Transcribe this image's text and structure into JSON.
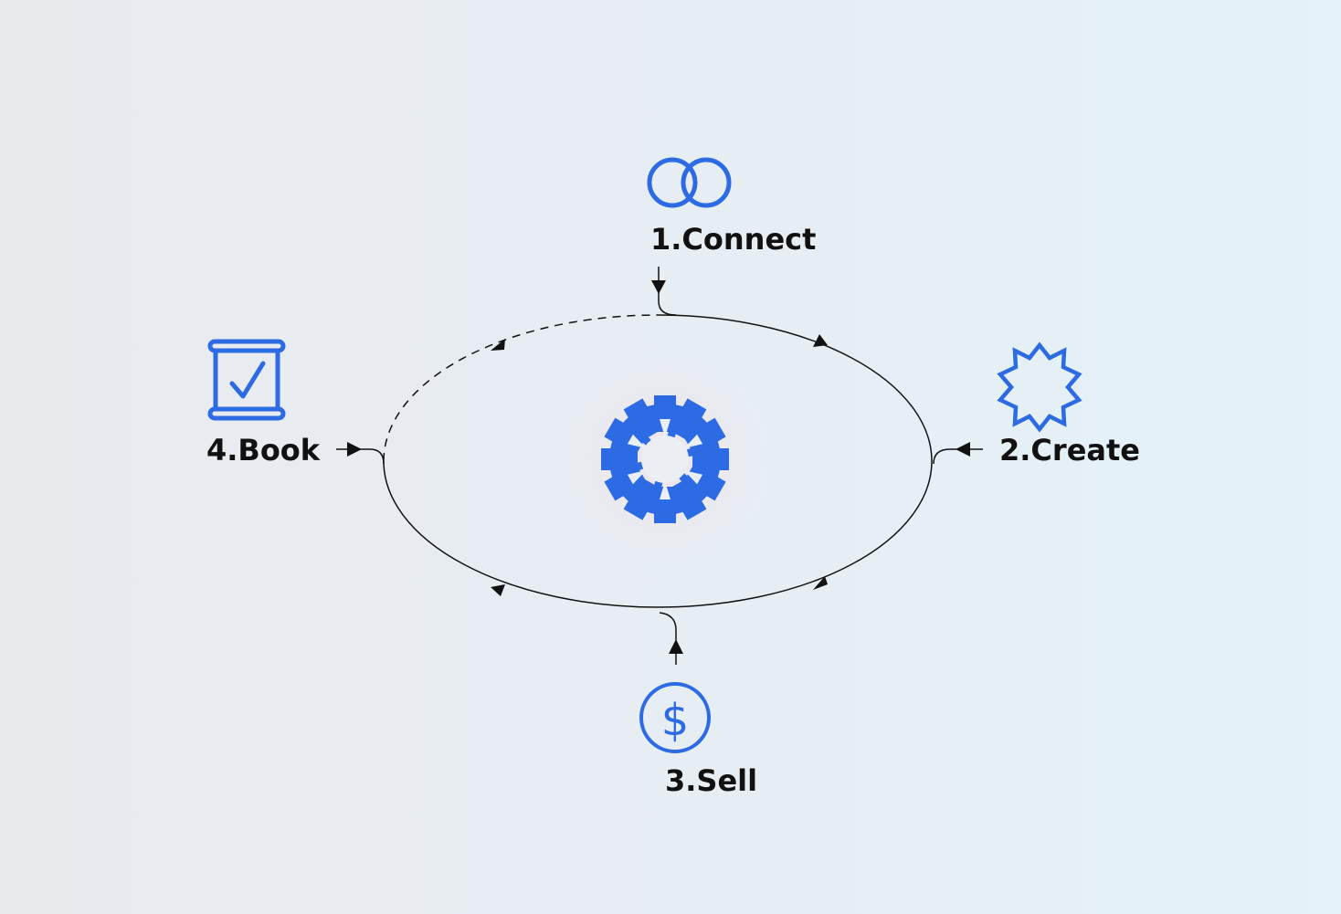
{
  "accent_color": "#2d6be4",
  "line_color": "#111111",
  "center": {
    "icon": "asterisk-burst-logo-icon"
  },
  "steps": [
    {
      "label": "1.Connect",
      "icon": "linked-rings-icon"
    },
    {
      "label": "2.Create",
      "icon": "starburst-icon"
    },
    {
      "label": "3.Sell",
      "icon": "dollar-circle-icon"
    },
    {
      "label": "4.Book",
      "icon": "checked-scroll-icon"
    }
  ],
  "cycle": {
    "dashed_segment": "4.Book to 1.Connect"
  }
}
